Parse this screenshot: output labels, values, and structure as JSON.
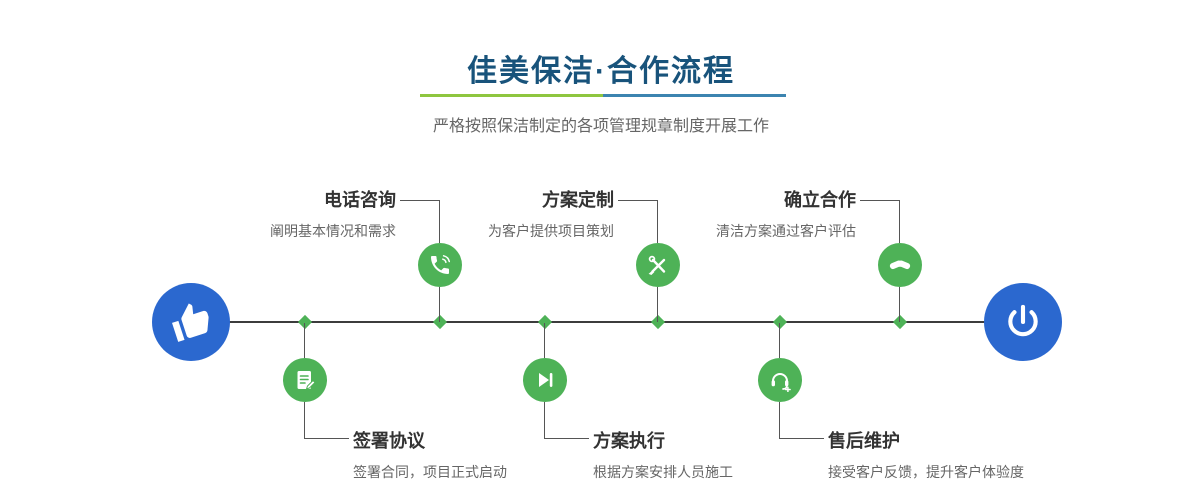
{
  "header": {
    "title": "佳美保洁·合作流程",
    "subtitle": "严格按照保洁制定的各项管理规章制度开展工作"
  },
  "colors": {
    "title_color": "#18537b",
    "green": "#4eb257",
    "blue": "#2b68cf",
    "line": "#3c3c3c",
    "divider_green": "#8ec63f",
    "divider_blue": "#3c84b0",
    "label_color": "#333333",
    "desc_color": "#666666"
  },
  "steps": {
    "top": [
      {
        "label": "电话咨询",
        "desc": "阐明基本情况和需求",
        "icon": "phone-icon"
      },
      {
        "label": "方案定制",
        "desc": "为客户提供项目策划",
        "icon": "design-tools-icon"
      },
      {
        "label": "确立合作",
        "desc": "清洁方案通过客户评估",
        "icon": "handshake-icon"
      }
    ],
    "bottom": [
      {
        "label": "签署协议",
        "desc": "签署合同，项目正式启动",
        "icon": "contract-icon"
      },
      {
        "label": "方案执行",
        "desc": "根据方案安排人员施工",
        "icon": "play-next-icon"
      },
      {
        "label": "售后维护",
        "desc": "接受客户反馈，提升客户体验度",
        "icon": "headset-icon"
      }
    ]
  },
  "endpoints": {
    "start_icon": "hand-pointer-icon",
    "end_icon": "power-icon"
  }
}
